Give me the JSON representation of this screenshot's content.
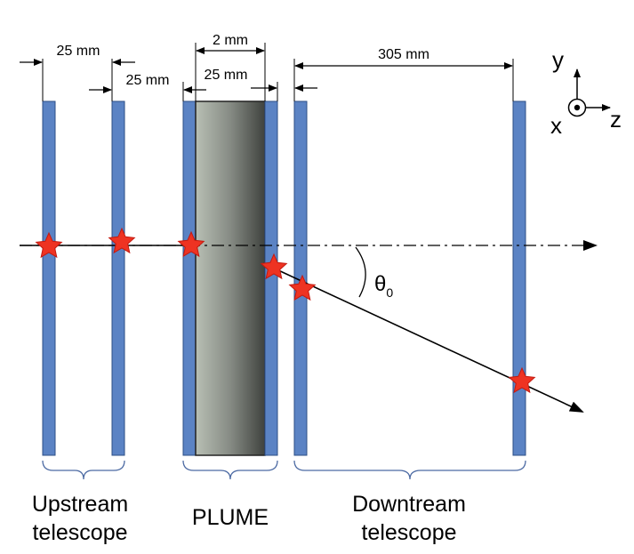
{
  "dimensions": {
    "pitch_upstream_1": "25 mm",
    "pitch_upstream_2": "25 mm",
    "plume_thickness": "2 mm",
    "plume_gap": "25 mm",
    "downstream_span": "305 mm"
  },
  "axes": {
    "y": "y",
    "x": "x",
    "z": "z"
  },
  "angle": {
    "symbol": "θ",
    "subscript": "0"
  },
  "groups": {
    "upstream_line1": "Upstream",
    "upstream_line2": "telescope",
    "plume": "PLUME",
    "downstream_line1": "Downtream",
    "downstream_line2": "telescope"
  },
  "colors": {
    "plane": "#5b83c4",
    "plane_edge": "#2e4f86",
    "star": "#ee3322",
    "brace": "#4c6aa3"
  }
}
